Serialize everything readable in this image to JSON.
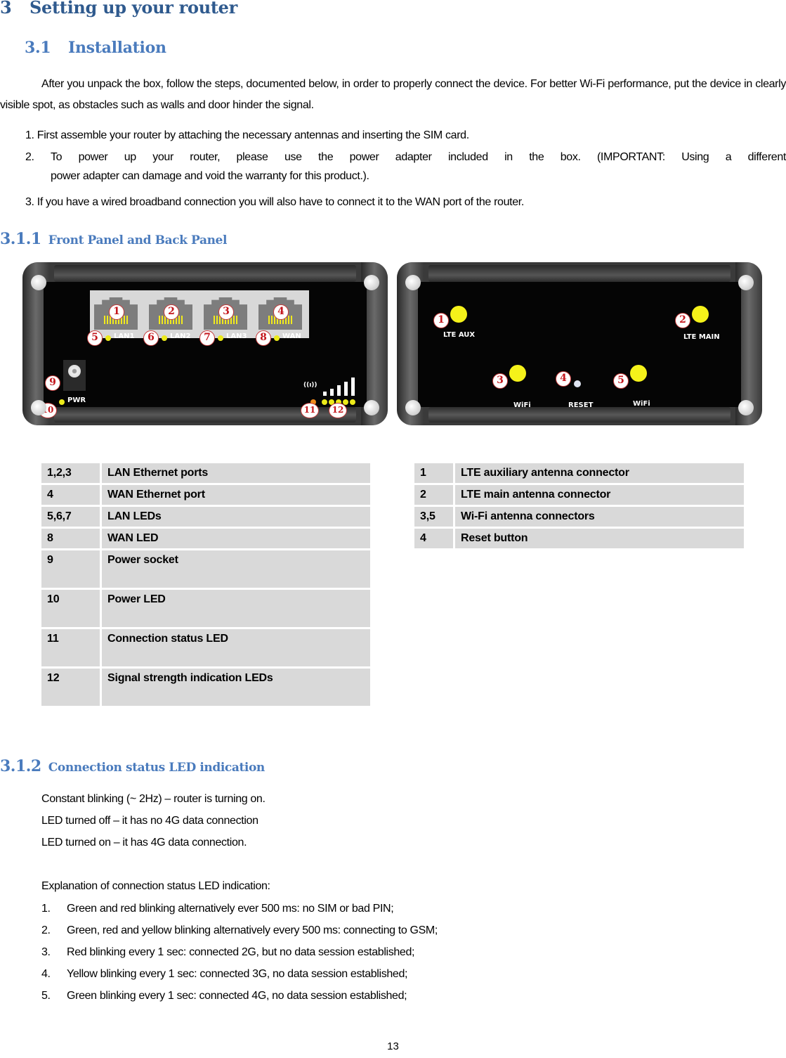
{
  "heading1": {
    "number": "3",
    "title": "Setting up your router"
  },
  "heading2": {
    "number": "3.1",
    "title": "Installation"
  },
  "intro": "After you unpack the box, follow the steps, documented below, in order to properly connect the device. For better Wi-Fi performance, put the device in clearly visible spot, as obstacles such as walls and door hinder the signal.",
  "steps": [
    {
      "marker": "1.",
      "text": "First assemble your router by attaching the necessary antennas and inserting the SIM card."
    },
    {
      "marker": "2.",
      "text": "To power up your router, please use the power adapter included in the box. (IMPORTANT: Using a different",
      "continuation": "power adapter can damage and void the warranty for this product.)."
    },
    {
      "marker": "3.",
      "text": "If you have a wired broadband connection you will also have to connect it to the WAN port of the router."
    }
  ],
  "section_311": {
    "number": "3.1.1",
    "title": "Front Panel and Back Panel"
  },
  "front_panel": {
    "ports": [
      "1",
      "2",
      "3",
      "4"
    ],
    "port_leds": [
      {
        "badge": "5",
        "label": "LAN1"
      },
      {
        "badge": "6",
        "label": "LAN2"
      },
      {
        "badge": "7",
        "label": "LAN3"
      },
      {
        "badge": "8",
        "label": "WAN"
      }
    ],
    "power_badge": "9",
    "power_led_badge": "10",
    "power_label": "PWR",
    "status_badge": "11",
    "signal_badge": "12",
    "antenna_glyph": "((ı))"
  },
  "back_panel": {
    "lte_aux": {
      "badge": "1",
      "label": "LTE AUX"
    },
    "lte_main": {
      "badge": "2",
      "label": "LTE MAIN"
    },
    "wifi1": {
      "badge": "3",
      "label": "WiFi"
    },
    "reset": {
      "badge": "4",
      "label": "RESET"
    },
    "wifi2": {
      "badge": "5",
      "label": "WiFi"
    }
  },
  "front_table": [
    {
      "id": "1,2,3",
      "desc": "LAN Ethernet ports"
    },
    {
      "id": "4",
      "desc": "WAN Ethernet port"
    },
    {
      "id": "5,6,7",
      "desc": "LAN LEDs"
    },
    {
      "id": "8",
      "desc": "WAN LED"
    },
    {
      "id": "9",
      "desc": "Power socket"
    },
    {
      "id": "10",
      "desc": "Power LED"
    },
    {
      "id": "11",
      "desc": "Connection status LED"
    },
    {
      "id": "12",
      "desc": "Signal strength indication LEDs"
    }
  ],
  "back_table": [
    {
      "id": "1",
      "desc": "LTE auxiliary antenna connector"
    },
    {
      "id": "2",
      "desc": "LTE main antenna connector"
    },
    {
      "id": "3,5",
      "desc": "Wi-Fi antenna connectors"
    },
    {
      "id": "4",
      "desc": "Reset button"
    }
  ],
  "section_312": {
    "number": "3.1.2",
    "title": "Connection status LED indication"
  },
  "led_states": [
    "Constant blinking (~ 2Hz) – router is turning on.",
    "LED turned off – it has no 4G data connection",
    "LED turned on – it has 4G data connection."
  ],
  "explanation_title": "Explanation of connection status LED indication:",
  "explanations": [
    {
      "marker": "1.",
      "text": "Green and red blinking alternatively ever 500 ms: no SIM or bad PIN;"
    },
    {
      "marker": "2.",
      "text": "Green, red and yellow blinking alternatively every 500 ms: connecting to GSM;"
    },
    {
      "marker": "3.",
      "text": "Red blinking every 1 sec: connected 2G, but no data session established;"
    },
    {
      "marker": "4.",
      "text": "Yellow blinking every 1 sec: connected 3G, no data session established;"
    },
    {
      "marker": "5.",
      "text": "Green blinking every 1 sec: connected 4G, no data session established;"
    }
  ],
  "page_number": "13"
}
